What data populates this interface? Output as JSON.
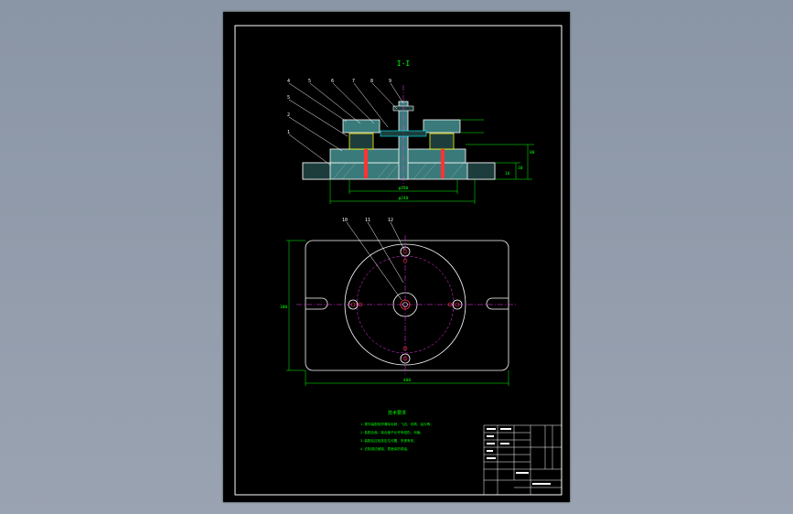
{
  "colors": {
    "background": "#8f99a8",
    "paper": "#000000",
    "line": "#ffffff",
    "dimension": "#00ff00",
    "centerline": "#ff33ff",
    "part_fill": "#3a7a7a",
    "accent_yellow": "#ffff00",
    "accent_cyan": "#00ffff",
    "accent_red": "#ff0000"
  },
  "drawing": {
    "section_label": "I-I",
    "balloons_top": [
      "4",
      "5",
      "6",
      "7",
      "8",
      "9"
    ],
    "balloons_left": [
      "5",
      "2",
      "1"
    ],
    "balloons_plan": [
      "10",
      "11",
      "12"
    ],
    "dim_diameter_inner": "φ180",
    "dim_diameter_outer": "φ240",
    "dim_height_total": "80",
    "dim_height_mid": "30",
    "dim_height_low": "16",
    "dim_width_plan": "400",
    "dim_height_plan": "300",
    "tech_title": "技术要求",
    "tech_notes": [
      "1.零件装配前须清除毛刺、飞边、切屑、油污等。",
      "2.各配合面、接合面不允许有碰伤、划痕。",
      "3.装配后应检查定位可靠，夹紧有效。",
      "4.去除锐边倒钝，表面涂防锈油。"
    ]
  }
}
